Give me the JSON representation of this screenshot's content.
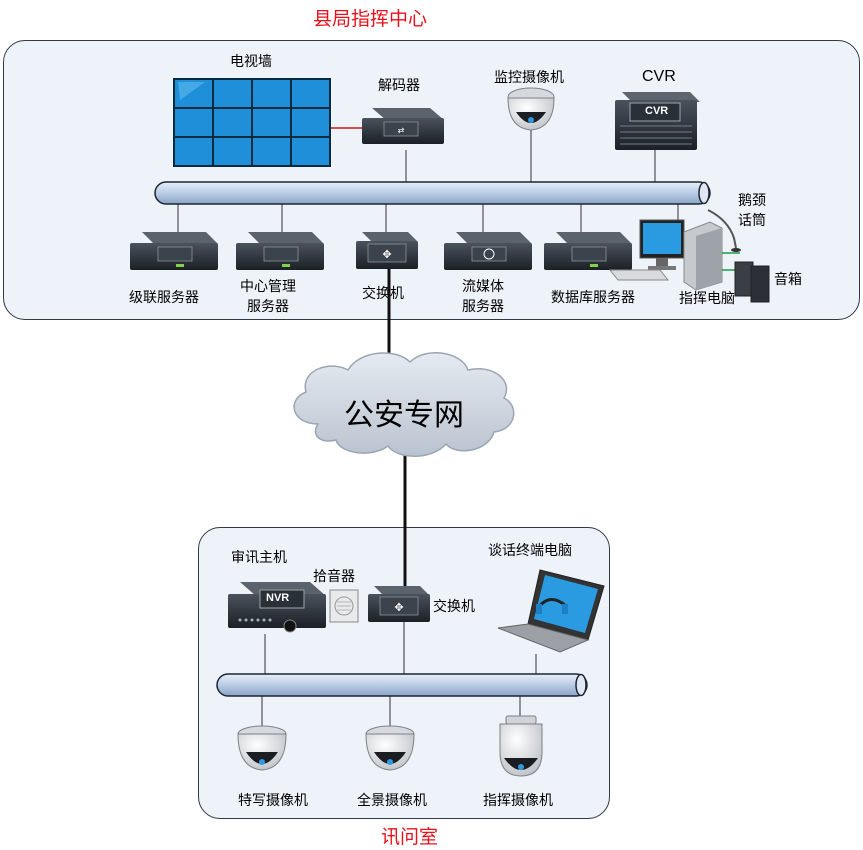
{
  "headquarters": {
    "title": "县局指挥中心",
    "video_wall": "电视墙",
    "decoder": "解码器",
    "monitor_camera": "监控摄像机",
    "cvr": "CVR",
    "cvr_badge": "CVR",
    "gooseneck_mic_line1": "鹅颈",
    "gooseneck_mic_line2": "话筒",
    "cascade_server": "级联服务器",
    "center_mgmt_line1": "中心管理",
    "center_mgmt_line2": "服务器",
    "switch": "交换机",
    "streaming_line1": "流媒体",
    "streaming_line2": "服务器",
    "database_server": "数据库服务器",
    "command_pc": "指挥电脑",
    "speaker": "音箱"
  },
  "network": {
    "label": "公安专网"
  },
  "interrogation_room": {
    "title": "讯问室",
    "main_unit": "审讯主机",
    "nvr_badge": "NVR",
    "pickup": "拾音器",
    "switch": "交换机",
    "talk_pc": "谈话终端电脑",
    "closeup_camera": "特写摄像机",
    "panorama_camera": "全景摄像机",
    "command_camera": "指挥摄像机"
  },
  "colors": {
    "title_red": "#e8101a",
    "panel_bg": "#eef2f9",
    "bus_fill": "#c7d6ea",
    "device_dark": "#2c3138",
    "screen_blue": "#1f8fd6"
  }
}
